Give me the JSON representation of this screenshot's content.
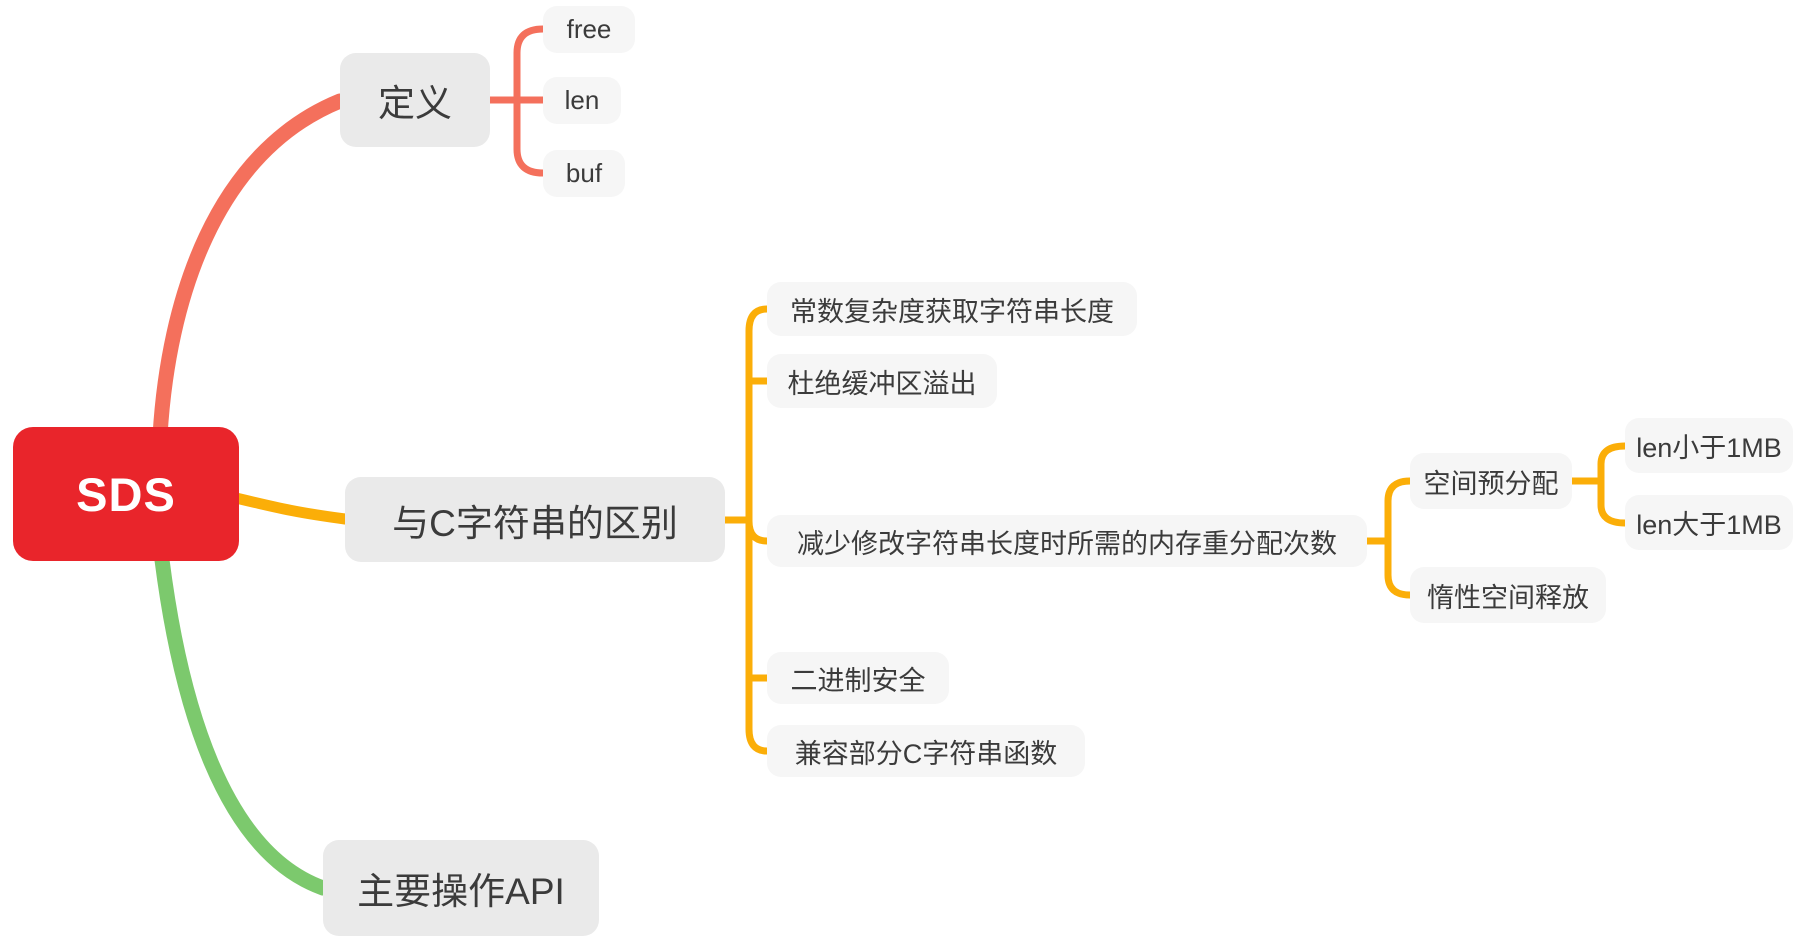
{
  "mindmap": {
    "root": {
      "label": "SDS",
      "bg_color": "#E9252B",
      "text_color": "#FFFFFF"
    },
    "branches": [
      {
        "label": "定义",
        "branch_color": "#F4705C",
        "children": [
          {
            "label": "free"
          },
          {
            "label": "len"
          },
          {
            "label": "buf"
          }
        ]
      },
      {
        "label": "与C字符串的区别",
        "branch_color": "#FBAE08",
        "children": [
          {
            "label": "常数复杂度获取字符串长度"
          },
          {
            "label": "杜绝缓冲区溢出"
          },
          {
            "label": "减少修改字符串长度时所需的内存重分配次数",
            "children": [
              {
                "label": "空间预分配",
                "children": [
                  {
                    "label": "len小于1MB"
                  },
                  {
                    "label": "len大于1MB"
                  }
                ]
              },
              {
                "label": "惰性空间释放"
              }
            ]
          },
          {
            "label": "二进制安全"
          },
          {
            "label": "兼容部分C字符串函数"
          }
        ]
      },
      {
        "label": "主要操作API",
        "branch_color": "#7CC96D",
        "children": []
      }
    ],
    "colors": {
      "canvas_bg": "#FFFFFF",
      "root_bg": "#E9252B",
      "topic_node_bg": "#EAEAEA",
      "leaf_node_bg": "#F6F6F6",
      "node_text": "#3B3B3B",
      "branch_definition": "#F4705C",
      "branch_differences": "#FBAE08",
      "branch_api": "#7CC96D"
    }
  }
}
